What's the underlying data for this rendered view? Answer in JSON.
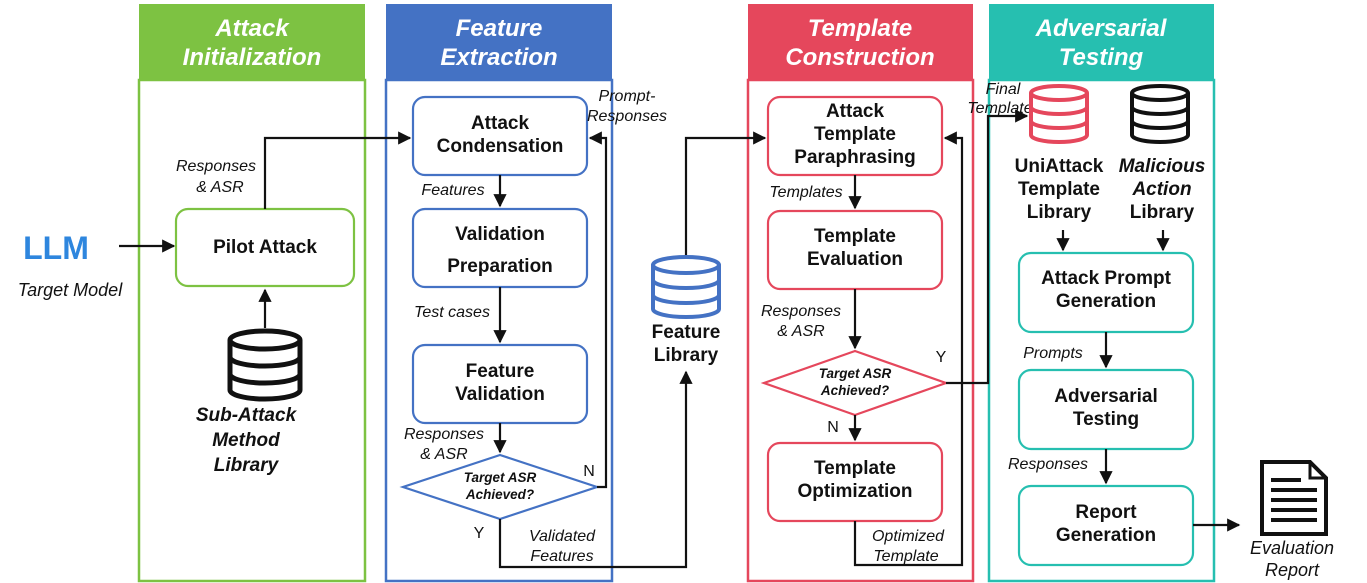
{
  "colors": {
    "initialization": "#7dc242",
    "extraction": "#4472c4",
    "construction": "#e5475c",
    "testing": "#26bfb0",
    "arrow": "#111111"
  },
  "columns": {
    "initialization": {
      "title_line1": "Attack",
      "title_line2": "Initialization"
    },
    "extraction": {
      "title_line1": "Feature",
      "title_line2": "Extraction"
    },
    "construction": {
      "title_line1": "Template",
      "title_line2": "Construction"
    },
    "testing": {
      "title_line1": "Adversarial",
      "title_line2": "Testing"
    }
  },
  "target": {
    "icon_text": "LLM",
    "icon_name": "llm-icon",
    "label": "Target Model"
  },
  "initialization": {
    "pilot_attack": "Pilot Attack",
    "responses_label_line1": "Responses",
    "responses_label_line2": "& ASR",
    "sub_attack_line1": "Sub-Attack",
    "sub_attack_line2": "Method",
    "sub_attack_line3": "Library"
  },
  "extraction": {
    "condensation_line1": "Attack",
    "condensation_line2": "Condensation",
    "prompt_responses_line1": "Prompt-",
    "prompt_responses_line2": "Responses",
    "features_label": "Features",
    "validation_prep_line1": "Validation",
    "validation_prep_line2": "Preparation",
    "test_cases_label": "Test cases",
    "feature_validation_line1": "Feature",
    "feature_validation_line2": "Validation",
    "responses_label_line1": "Responses",
    "responses_label_line2": "& ASR",
    "decision_line1": "Target ASR",
    "decision_line2": "Achieved?",
    "no_label": "N",
    "yes_label": "Y",
    "validated_line1": "Validated",
    "validated_line2": "Features"
  },
  "feature_library": {
    "line1": "Feature",
    "line2": "Library"
  },
  "construction": {
    "paraphrasing_line1": "Attack",
    "paraphrasing_line2": "Template",
    "paraphrasing_line3": "Paraphrasing",
    "templates_label": "Templates",
    "evaluation_line1": "Template",
    "evaluation_line2": "Evaluation",
    "responses_label_line1": "Responses",
    "responses_label_line2": "& ASR",
    "decision_line1": "Target ASR",
    "decision_line2": "Achieved?",
    "yes_label": "Y",
    "no_label": "N",
    "optimization_line1": "Template",
    "optimization_line2": "Optimization",
    "optimized_line1": "Optimized",
    "optimized_line2": "Template"
  },
  "testing": {
    "final_templates_line1": "Final",
    "final_templates_line2": "Templates",
    "uniattack_line1": "UniAttack",
    "uniattack_line2": "Template",
    "uniattack_line3": "Library",
    "malicious_line1": "Malicious",
    "malicious_line2": "Action",
    "malicious_line3": "Library",
    "prompt_gen_line1": "Attack Prompt",
    "prompt_gen_line2": "Generation",
    "prompts_label": "Prompts",
    "adv_testing_line1": "Adversarial",
    "adv_testing_line2": "Testing",
    "responses_label": "Responses",
    "report_gen_line1": "Report",
    "report_gen_line2": "Generation"
  },
  "output": {
    "icon_name": "document-icon",
    "line1": "Evaluation",
    "line2": "Report"
  }
}
